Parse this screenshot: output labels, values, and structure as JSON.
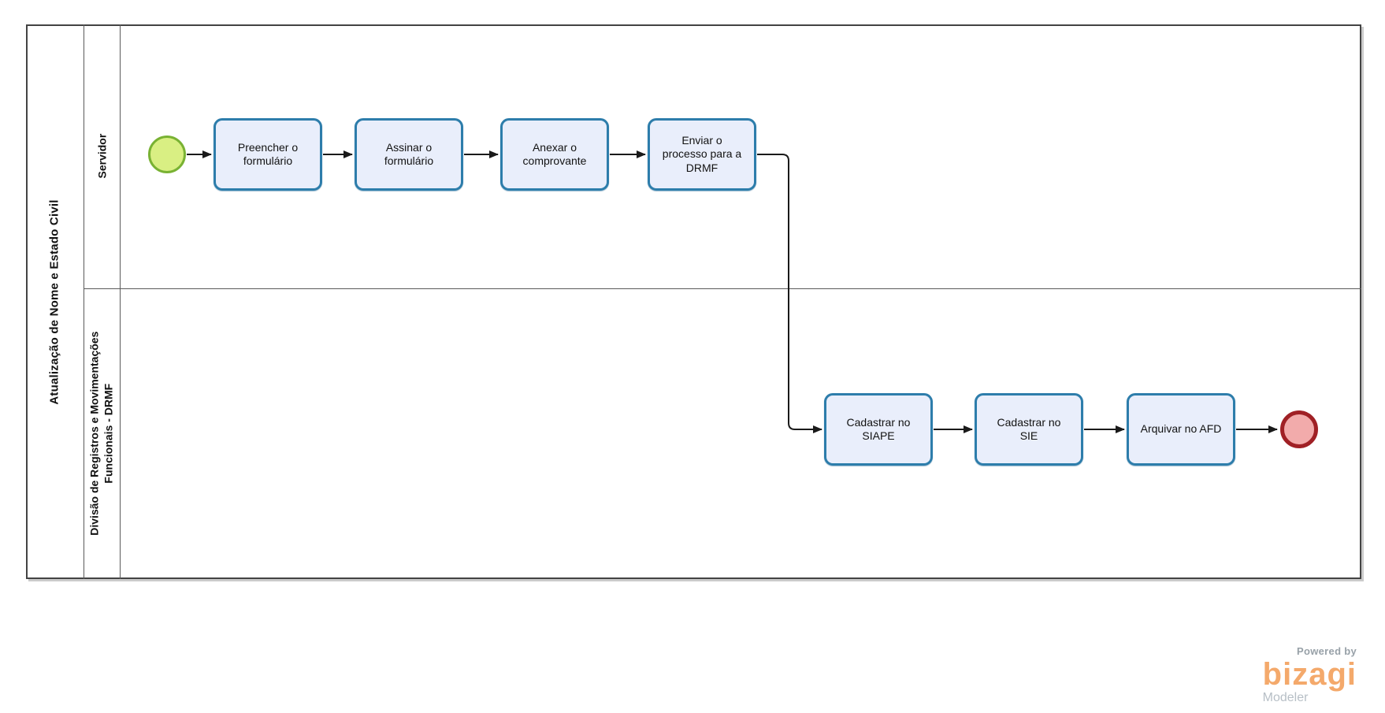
{
  "diagram": {
    "pool": {
      "title": "Atualização de Nome e Estado Civil"
    },
    "lanes": [
      {
        "id": "servidor",
        "label_lines": [
          "Servidor"
        ]
      },
      {
        "id": "drmf",
        "label_lines": [
          "Divisão de Registros e Movimentações",
          "Funcionais - DRMF"
        ]
      }
    ],
    "events": [
      {
        "id": "start-event",
        "type": "start",
        "lane": "servidor",
        "fill": "#d9ef83",
        "border": "#79b233"
      },
      {
        "id": "end-event",
        "type": "end",
        "lane": "drmf",
        "fill": "#f2abab",
        "border": "#a02025"
      }
    ],
    "tasks": [
      {
        "id": "task-1",
        "lane": "servidor",
        "label": "Preencher o formulário"
      },
      {
        "id": "task-2",
        "lane": "servidor",
        "label": "Assinar o formulário"
      },
      {
        "id": "task-3",
        "lane": "servidor",
        "label": "Anexar o comprovante"
      },
      {
        "id": "task-4",
        "lane": "servidor",
        "label": "Enviar o processo para a DRMF"
      },
      {
        "id": "task-5",
        "lane": "drmf",
        "label": "Cadastrar no SIAPE"
      },
      {
        "id": "task-6",
        "lane": "drmf",
        "label": "Cadastrar no SIE"
      },
      {
        "id": "task-7",
        "lane": "drmf",
        "label": "Arquivar no AFD"
      }
    ],
    "flows": [
      {
        "from": "start-event",
        "to": "task-1"
      },
      {
        "from": "task-1",
        "to": "task-2"
      },
      {
        "from": "task-2",
        "to": "task-3"
      },
      {
        "from": "task-3",
        "to": "task-4"
      },
      {
        "from": "task-4",
        "to": "task-5"
      },
      {
        "from": "task-5",
        "to": "task-6"
      },
      {
        "from": "task-6",
        "to": "task-7"
      },
      {
        "from": "task-7",
        "to": "end-event"
      }
    ],
    "colors": {
      "task_fill": "#e9eefb",
      "task_border": "#2d7dab",
      "start_fill": "#d9ef83",
      "start_border": "#79b233",
      "end_fill": "#f2abab",
      "end_border": "#a02025",
      "flow_line": "#1a1a1a",
      "pool_border": "#434343"
    }
  },
  "footer": {
    "powered_by": "Powered by",
    "brand": "bizagi",
    "product": "Modeler",
    "brand_color": "#f4a96b"
  }
}
